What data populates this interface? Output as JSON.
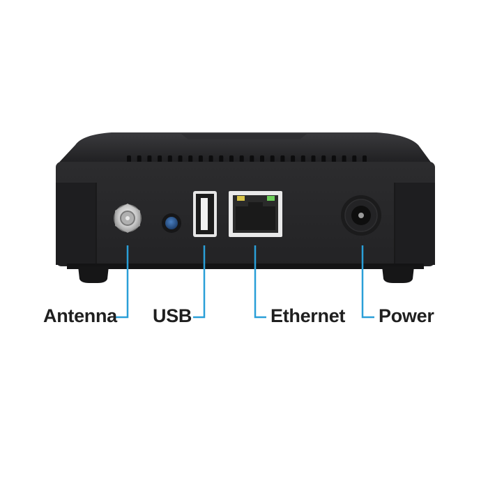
{
  "ports": {
    "antenna": "Antenna",
    "usb": "USB",
    "ethernet": "Ethernet",
    "power": "Power"
  },
  "colors": {
    "callout_line": "#2a9fd8",
    "body": "#2b2b2d",
    "label_text": "#1f1f1f",
    "led_yellow": "#d8c448",
    "led_green": "#6ed05a"
  }
}
